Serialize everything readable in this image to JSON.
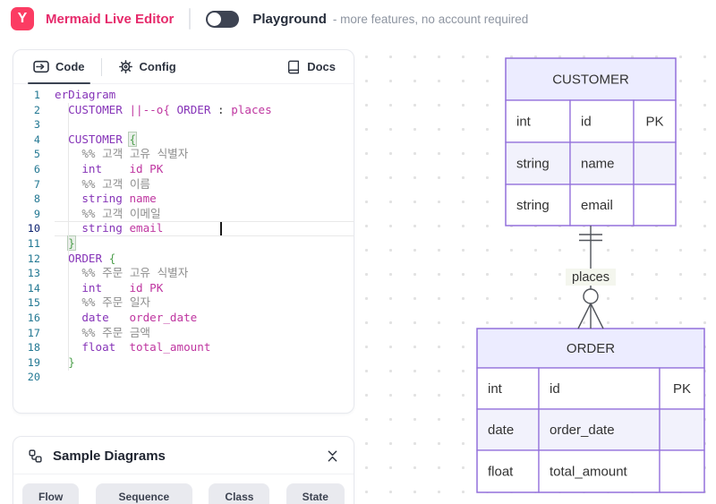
{
  "header": {
    "title": "Mermaid Live Editor",
    "mode_label": "Playground",
    "mode_note": "- more features, no account required",
    "toggle_state": "off"
  },
  "editor": {
    "tabs": [
      {
        "label": "Code",
        "active": true
      },
      {
        "label": "Config",
        "active": false
      }
    ],
    "docs_label": "Docs",
    "code": {
      "active_line": 10,
      "lines": [
        {
          "n": 1,
          "tokens": [
            [
              "erDiagram",
              "k"
            ]
          ]
        },
        {
          "n": 2,
          "tokens": [
            [
              "  ",
              "p"
            ],
            [
              "CUSTOMER",
              "k"
            ],
            [
              " ",
              "p"
            ],
            [
              "||--o{",
              "a"
            ],
            [
              " ",
              "p"
            ],
            [
              "ORDER",
              "k"
            ],
            [
              " : ",
              "p"
            ],
            [
              "places",
              "a"
            ]
          ]
        },
        {
          "n": 3,
          "tokens": []
        },
        {
          "n": 4,
          "tokens": [
            [
              "  ",
              "p"
            ],
            [
              "CUSTOMER",
              "k"
            ],
            [
              " ",
              "p"
            ],
            [
              "{",
              "bm"
            ]
          ]
        },
        {
          "n": 5,
          "tokens": [
            [
              "    ",
              "p"
            ],
            [
              "%% 고객 고유 식별자",
              "c"
            ]
          ]
        },
        {
          "n": 6,
          "tokens": [
            [
              "    ",
              "p"
            ],
            [
              "int",
              "k"
            ],
            [
              "    ",
              "p"
            ],
            [
              "id PK",
              "a"
            ]
          ]
        },
        {
          "n": 7,
          "tokens": [
            [
              "    ",
              "p"
            ],
            [
              "%% 고객 이름",
              "c"
            ]
          ]
        },
        {
          "n": 8,
          "tokens": [
            [
              "    ",
              "p"
            ],
            [
              "string",
              "k"
            ],
            [
              " ",
              "p"
            ],
            [
              "name",
              "a"
            ]
          ]
        },
        {
          "n": 9,
          "tokens": [
            [
              "    ",
              "p"
            ],
            [
              "%% 고객 이메일",
              "c"
            ]
          ]
        },
        {
          "n": 10,
          "tokens": [
            [
              "    ",
              "p"
            ],
            [
              "string",
              "k"
            ],
            [
              " ",
              "p"
            ],
            [
              "email",
              "a"
            ]
          ],
          "cursor": true
        },
        {
          "n": 11,
          "tokens": [
            [
              "  ",
              "p"
            ],
            [
              "}",
              "bm"
            ]
          ]
        },
        {
          "n": 12,
          "tokens": [
            [
              "  ",
              "p"
            ],
            [
              "ORDER",
              "k"
            ],
            [
              " ",
              "p"
            ],
            [
              "{",
              "b"
            ]
          ]
        },
        {
          "n": 13,
          "tokens": [
            [
              "    ",
              "p"
            ],
            [
              "%% 주문 고유 식별자",
              "c"
            ]
          ]
        },
        {
          "n": 14,
          "tokens": [
            [
              "    ",
              "p"
            ],
            [
              "int",
              "k"
            ],
            [
              "    ",
              "p"
            ],
            [
              "id PK",
              "a"
            ]
          ]
        },
        {
          "n": 15,
          "tokens": [
            [
              "    ",
              "p"
            ],
            [
              "%% 주문 일자",
              "c"
            ]
          ]
        },
        {
          "n": 16,
          "tokens": [
            [
              "    ",
              "p"
            ],
            [
              "date",
              "k"
            ],
            [
              "   ",
              "p"
            ],
            [
              "order_date",
              "a"
            ]
          ]
        },
        {
          "n": 17,
          "tokens": [
            [
              "    ",
              "p"
            ],
            [
              "%% 주문 금액",
              "c"
            ]
          ]
        },
        {
          "n": 18,
          "tokens": [
            [
              "    ",
              "p"
            ],
            [
              "float",
              "k"
            ],
            [
              "  ",
              "p"
            ],
            [
              "total_amount",
              "a"
            ]
          ]
        },
        {
          "n": 19,
          "tokens": [
            [
              "  ",
              "p"
            ],
            [
              "}",
              "b"
            ]
          ]
        },
        {
          "n": 20,
          "tokens": []
        }
      ]
    }
  },
  "sample": {
    "title": "Sample Diagrams",
    "buttons": [
      "Flow",
      "Sequence",
      "Class",
      "State"
    ]
  },
  "diagram": {
    "entities": [
      {
        "name": "CUSTOMER",
        "rows": [
          [
            "int",
            "id",
            "PK"
          ],
          [
            "string",
            "name",
            ""
          ],
          [
            "string",
            "email",
            ""
          ]
        ]
      },
      {
        "name": "ORDER",
        "rows": [
          [
            "int",
            "id",
            "PK"
          ],
          [
            "date",
            "order_date",
            ""
          ],
          [
            "float",
            "total_amount",
            ""
          ]
        ]
      }
    ],
    "relationship": {
      "from": "CUSTOMER",
      "to": "ORDER",
      "label": "places",
      "cardinality": "exactly-one to zero-or-many"
    }
  },
  "colors": {
    "brand_pink": "#e62a6b",
    "logo_bg": "#fb3c63",
    "entity_border": "#9370DB",
    "entity_header_fill": "#ECECFF",
    "entity_row_alt_fill": "#f2f2fc",
    "relationship_label_bg": "#f4f6ee",
    "edge_color": "#50545a"
  }
}
